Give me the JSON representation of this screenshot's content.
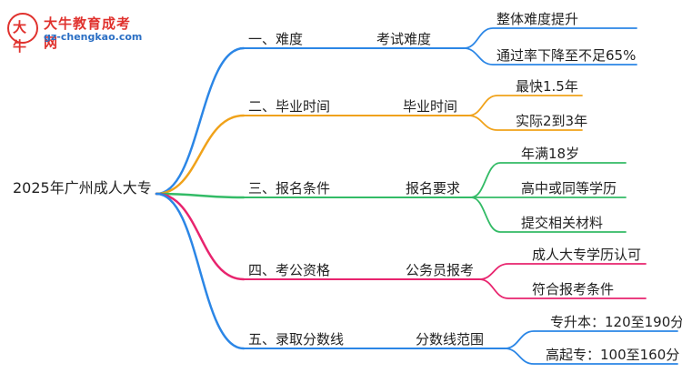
{
  "logo": {
    "mark_text": "大牛",
    "name": "大牛教育成考网",
    "url": "gz-chengkao.com"
  },
  "root": "2025年广州成人大专",
  "colors": {
    "blue": "#2b86e6",
    "orange": "#f0a21a",
    "green": "#33bb66",
    "pink": "#e8246e",
    "blue2": "#2b86e6"
  },
  "branches": [
    {
      "label": "一、难度",
      "sub": "考试难度",
      "leaves": [
        "整体难度提升",
        "通过率下降至不足65%"
      ]
    },
    {
      "label": "二、毕业时间",
      "sub": "毕业时间",
      "leaves": [
        "最快1.5年",
        "实际2到3年"
      ]
    },
    {
      "label": "三、报名条件",
      "sub": "报名要求",
      "leaves": [
        "年满18岁",
        "高中或同等学历",
        "提交相关材料"
      ]
    },
    {
      "label": "四、考公资格",
      "sub": "公务员报考",
      "leaves": [
        "成人大专学历认可",
        "符合报考条件"
      ]
    },
    {
      "label": "五、录取分数线",
      "sub": "分数线范围",
      "leaves": [
        "专升本：120至190分",
        "高起专：100至160分"
      ]
    }
  ]
}
